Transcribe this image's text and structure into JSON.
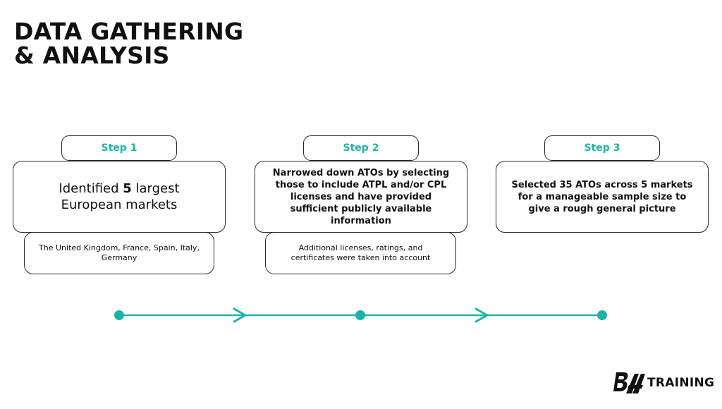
{
  "title": {
    "line1": "DATA GATHERING",
    "line2": "& ANALYSIS"
  },
  "steps": [
    {
      "label": "Step 1",
      "main_parts": [
        "Identified ",
        "5",
        " largest European markets"
      ],
      "detail": "The United Kingdom, France, Spain, Italy, Germany"
    },
    {
      "label": "Step 2",
      "main_parts": [
        "Narrowed down ATOs by selecting those to include ATPL and/or CPL licenses and have provided sufficient publicly available information"
      ],
      "detail": "Additional licenses, ratings, and certificates were taken into account"
    },
    {
      "label": "Step 3",
      "main_parts": [
        "Selected ",
        "35 ATOs",
        " across ",
        "5 markets",
        " for a manageable sample size to give a rough general picture"
      ],
      "detail": ""
    }
  ],
  "logo": {
    "text": "TRAINING"
  },
  "colors": {
    "accent": "#1fb3a6",
    "border": "#2a2a2a",
    "text": "#111111"
  }
}
